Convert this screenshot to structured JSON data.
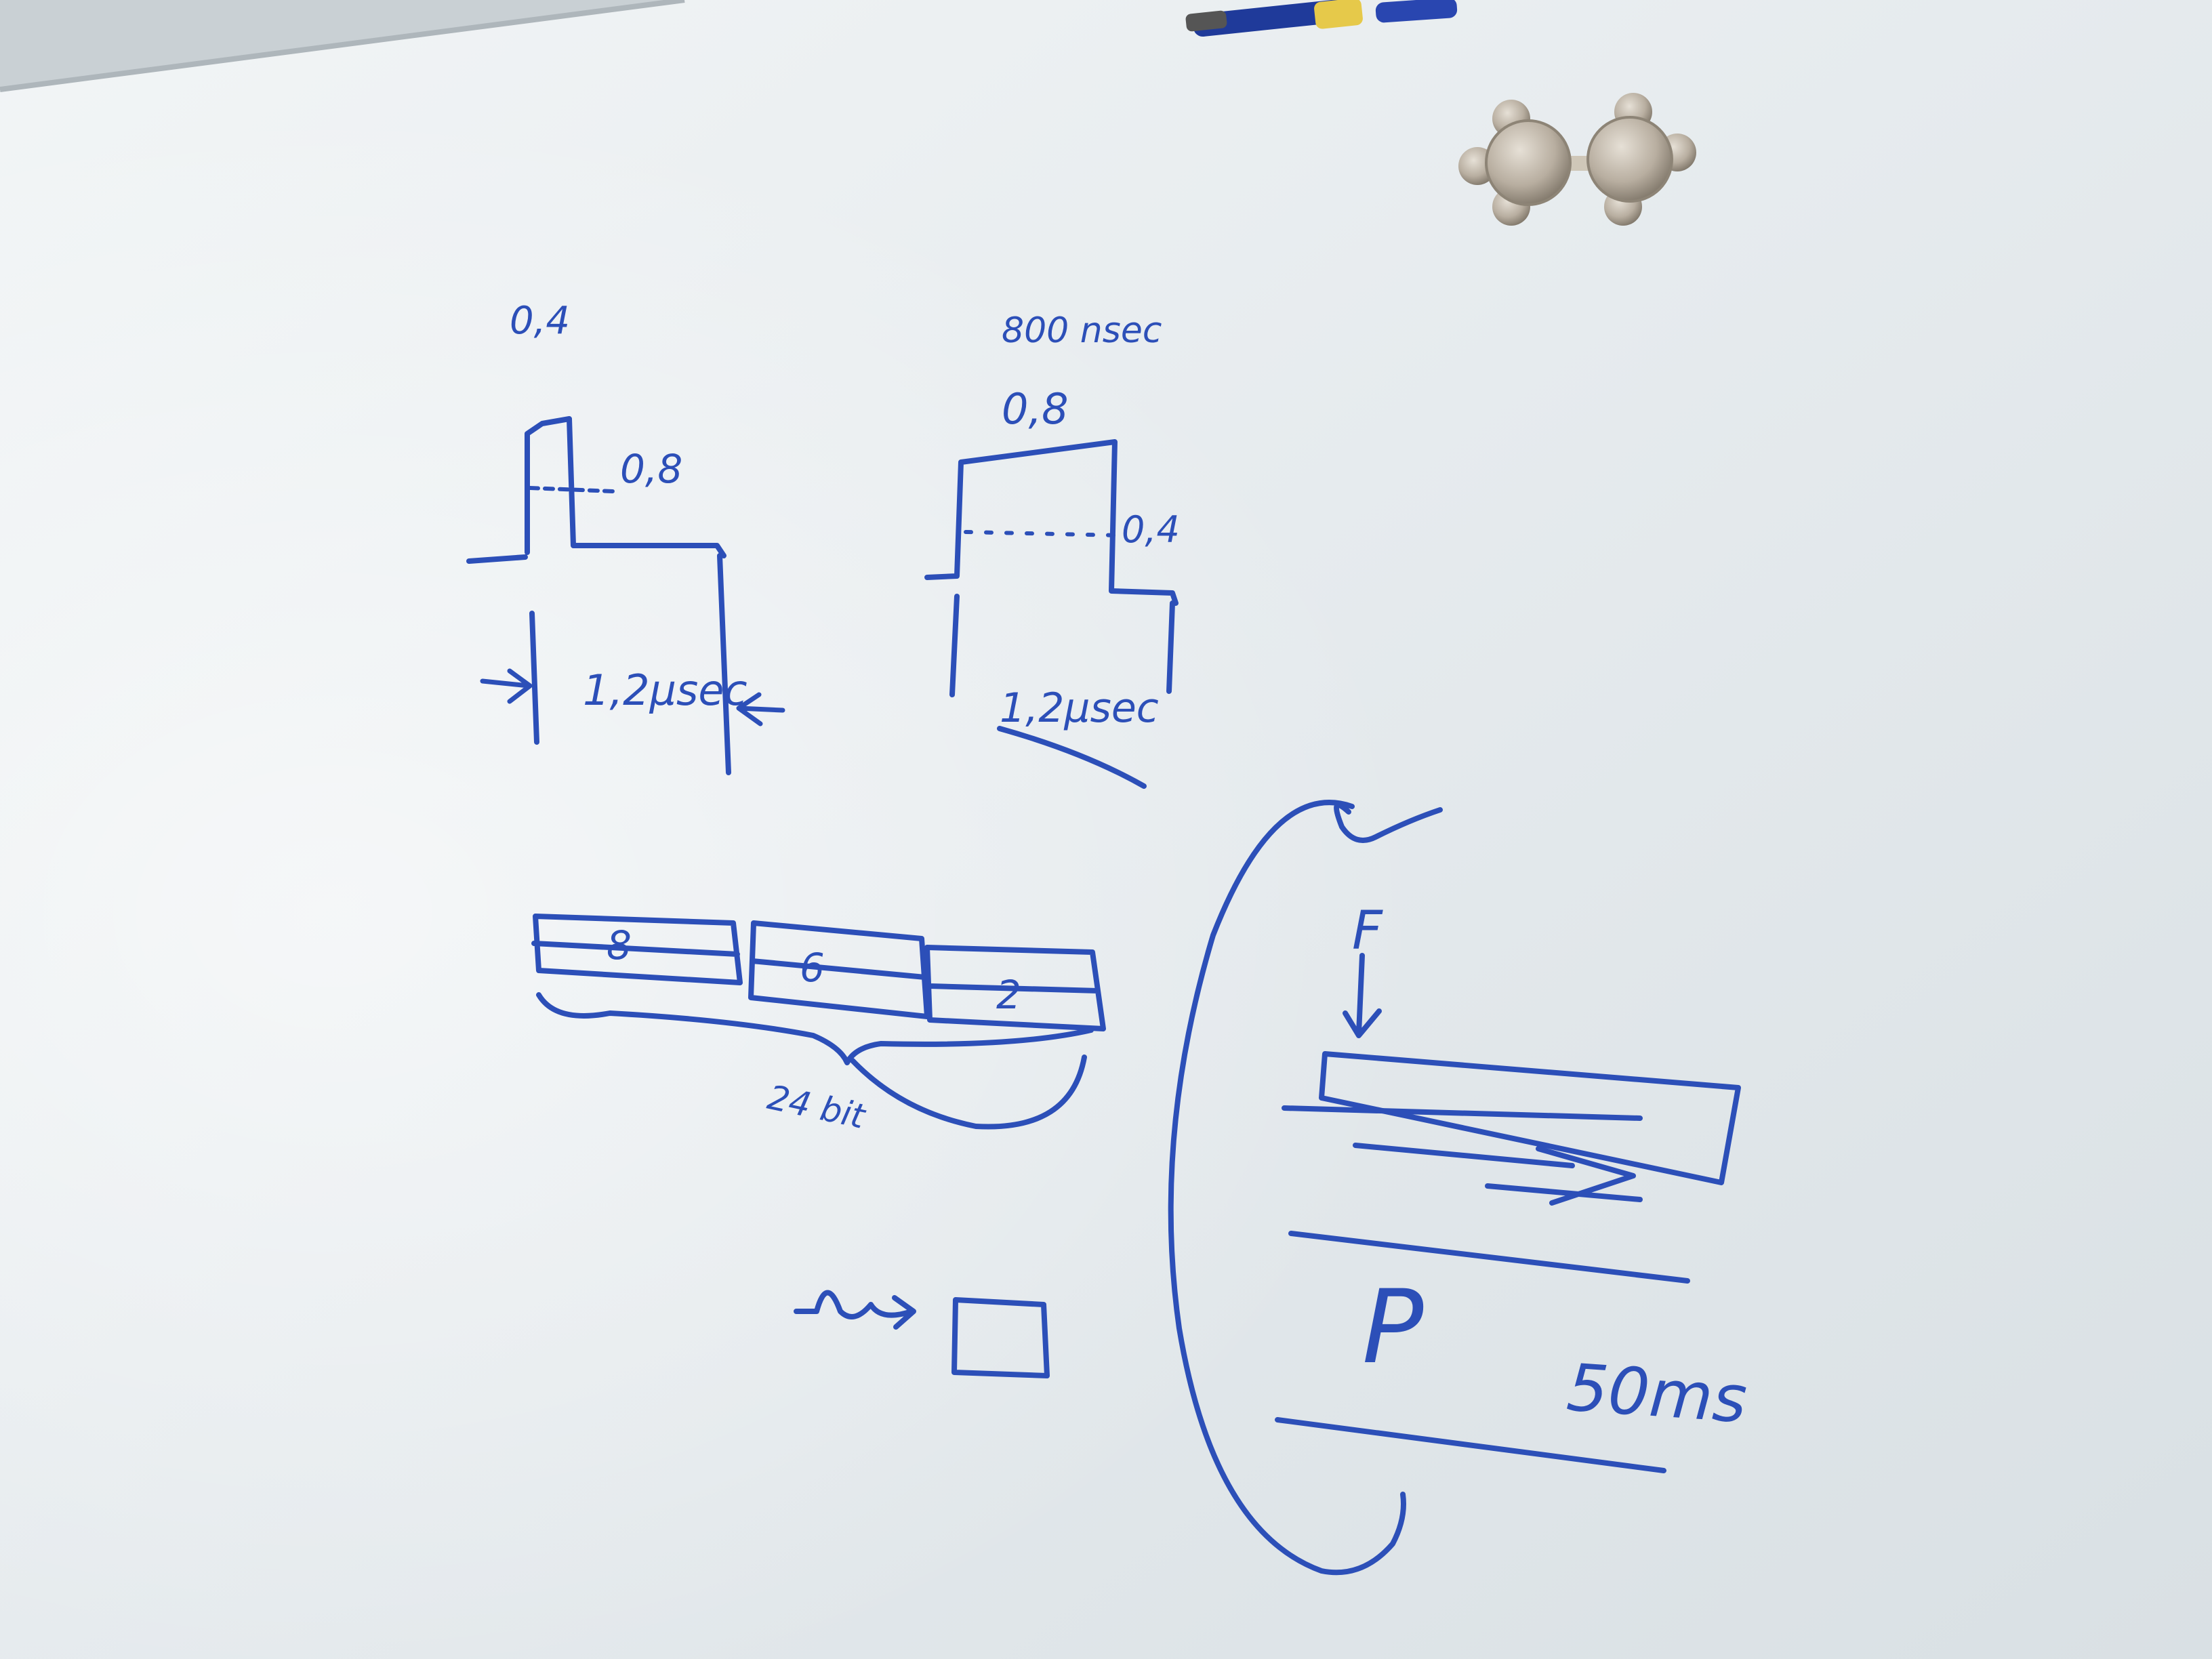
{
  "board": {
    "surface_color": "#e6ebee",
    "ink_color": "#2c4fb8",
    "magnet_color": "#b8aea0"
  },
  "sketch_1": {
    "top_label": "0,4",
    "level_label": "0,8",
    "duration_label": "1,2µsec"
  },
  "sketch_2": {
    "top_label": "800 nsec",
    "high_label": "0,8",
    "level_label": "0,4",
    "duration_label": "1,2µsec"
  },
  "segments": {
    "cells": [
      "8",
      "6",
      "2"
    ],
    "brace_label": "24 bit"
  },
  "frame_diagram": {
    "top_label": "F",
    "bottom_label": "P",
    "time_label": "50ms"
  }
}
